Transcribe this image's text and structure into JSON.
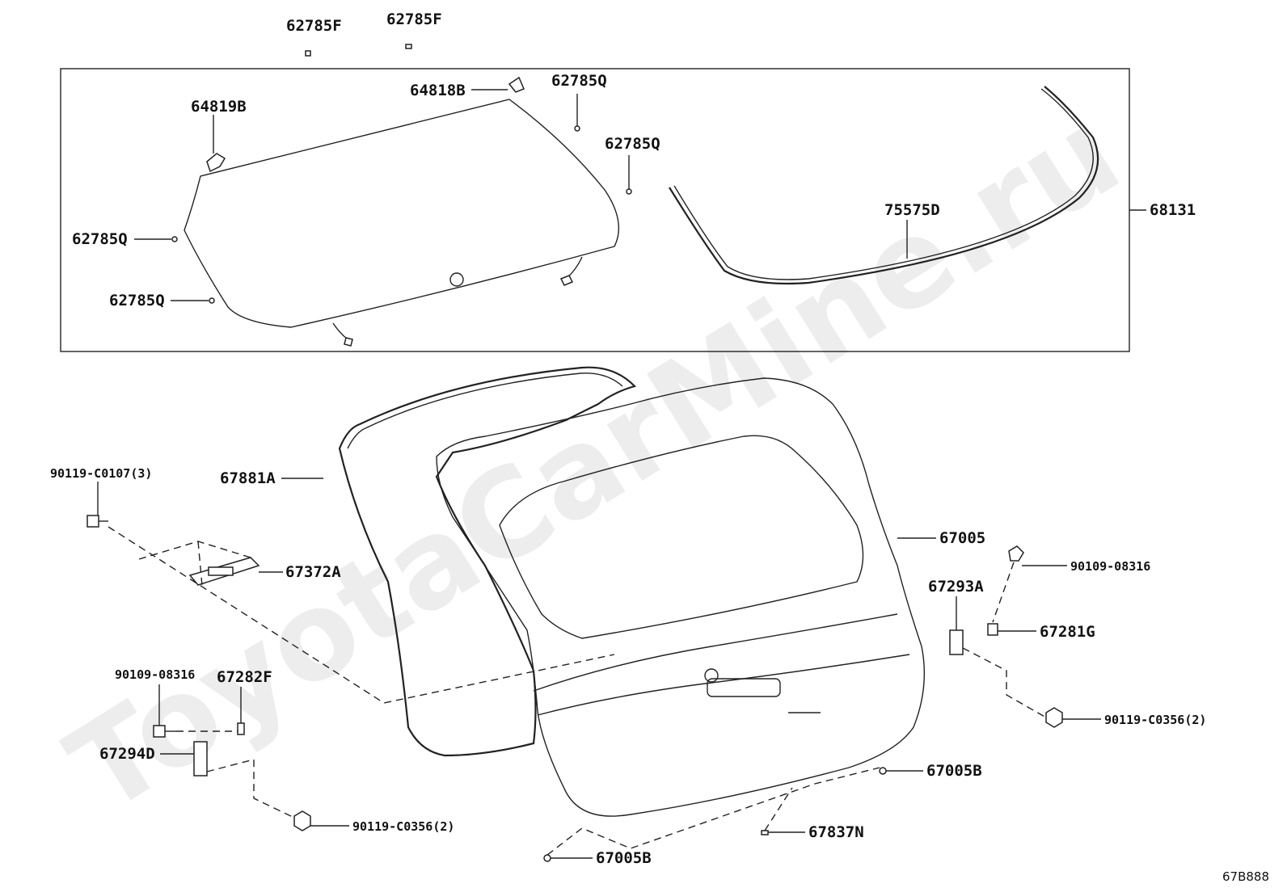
{
  "watermark": "ToyotaCarMine.ru",
  "diagram_id": "67B888",
  "labels": {
    "p62785F_1": "62785F",
    "p62785F_2": "62785F",
    "p64818B": "64818B",
    "p62785Q_top": "62785Q",
    "p64819B": "64819B",
    "p62785Q_right": "62785Q",
    "p62785Q_left": "62785Q",
    "p62785Q_bottom": "62785Q",
    "p75575D": "75575D",
    "p68131": "68131",
    "p90119_C0107": "90119-C0107(3)",
    "p67881A": "67881A",
    "p67005": "67005",
    "p67372A": "67372A",
    "p90109_08316_right": "90109-08316",
    "p67293A": "67293A",
    "p67281G": "67281G",
    "p90109_08316_left": "90109-08316",
    "p67282F": "67282F",
    "p67294D": "67294D",
    "p90119_C0356_right": "90119-C0356(2)",
    "p67005B_right": "67005B",
    "p67837N": "67837N",
    "p90119_C0356_left": "90119-C0356(2)",
    "p67005B_bottom": "67005B"
  }
}
